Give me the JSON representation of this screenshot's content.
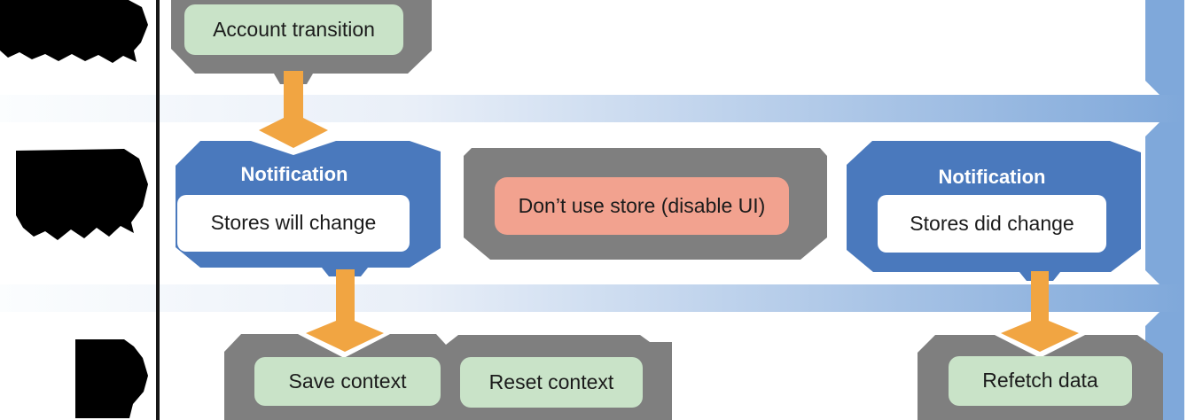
{
  "nodes": {
    "account_transition": {
      "label": "Account transition"
    },
    "notification_will": {
      "title": "Notification",
      "event": "Stores will change"
    },
    "dont_use_store": {
      "label": "Don’t use store (disable UI)"
    },
    "notification_did": {
      "title": "Notification",
      "event": "Stores did change"
    },
    "save_context": {
      "label": "Save context"
    },
    "reset_context": {
      "label": "Reset context"
    },
    "refetch_data": {
      "label": "Refetch data"
    }
  },
  "colors": {
    "container_gray": "#7f7f7f",
    "action_green": "#c9e3c8",
    "notification_blue": "#4a79bd",
    "warning_salmon": "#f2a28f",
    "arrow_orange": "#f1a542",
    "timeline_bar_blue": "#7fa8da",
    "timeline_band_start": "#fbfdfe",
    "divider_black": "#161616",
    "redaction_black": "#000000"
  }
}
